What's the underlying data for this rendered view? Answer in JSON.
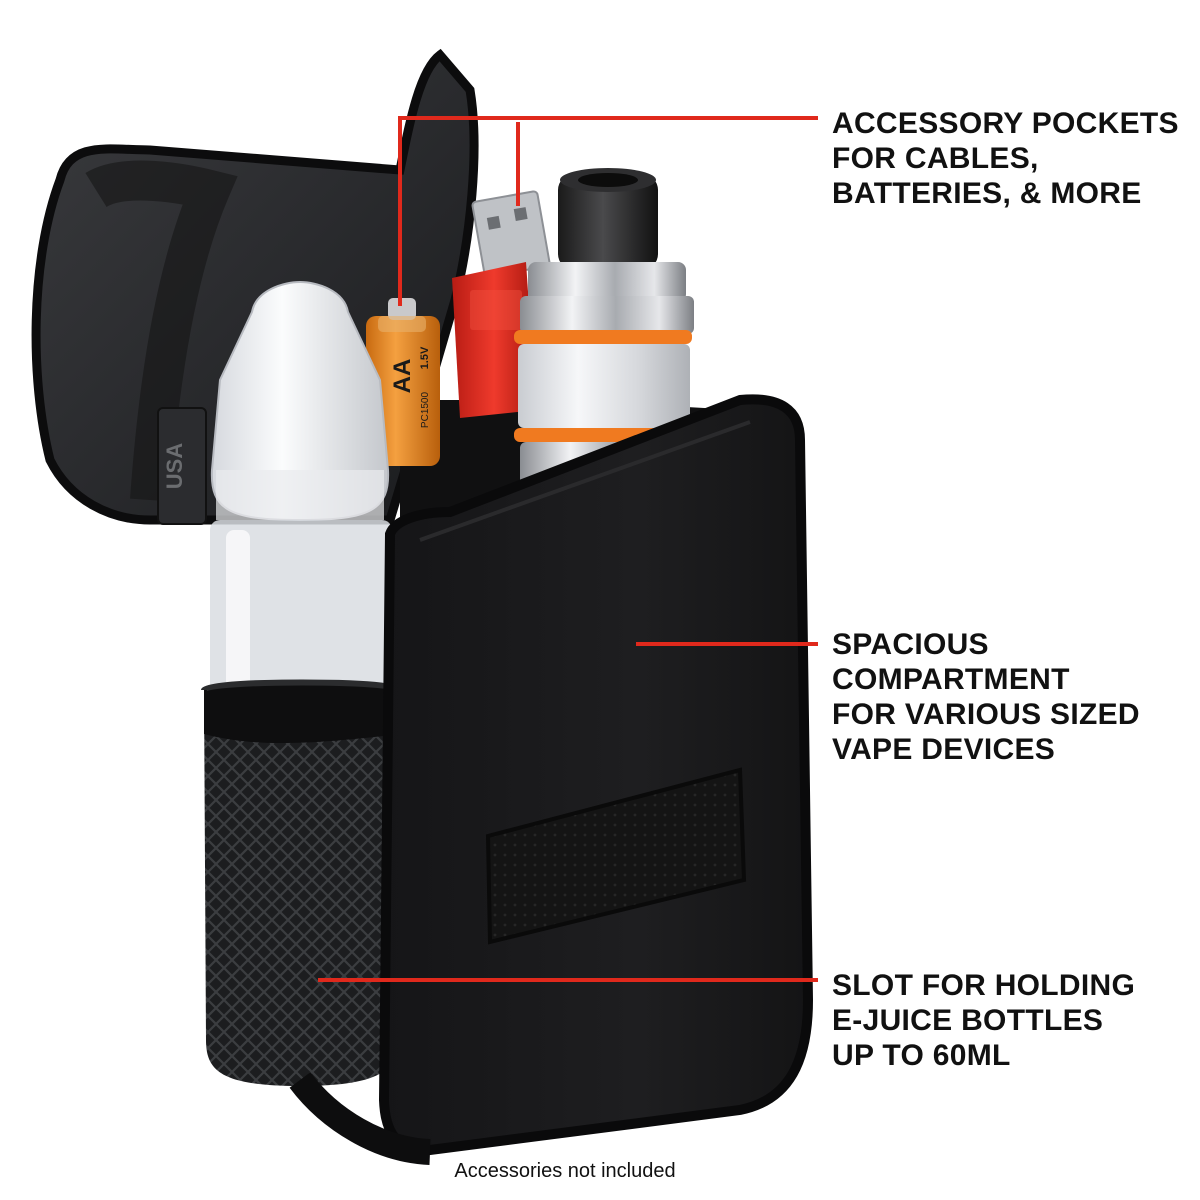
{
  "callouts": {
    "accessory_pockets": [
      "ACCESSORY POCKETS",
      "FOR CABLES,",
      "BATTERIES, & MORE"
    ],
    "compartment": [
      "SPACIOUS",
      "COMPARTMENT",
      "FOR VARIOUS SIZED",
      "VAPE DEVICES"
    ],
    "bottle_slot": [
      "SLOT FOR HOLDING",
      "E-JUICE BOTTLES",
      "UP TO 60ML"
    ]
  },
  "footnote": "Accessories not included",
  "product_marks": {
    "brand_tag": "USA",
    "battery_size": "AA",
    "battery_voltage": "1.5V",
    "battery_model": "PC1500"
  },
  "colors": {
    "leader_line": "#e0291c",
    "case_fabric": "#1c1c1e",
    "battery": "#f08a1e",
    "usb_body": "#d8261c",
    "tank_ring": "#f07a20",
    "text": "#111111"
  }
}
